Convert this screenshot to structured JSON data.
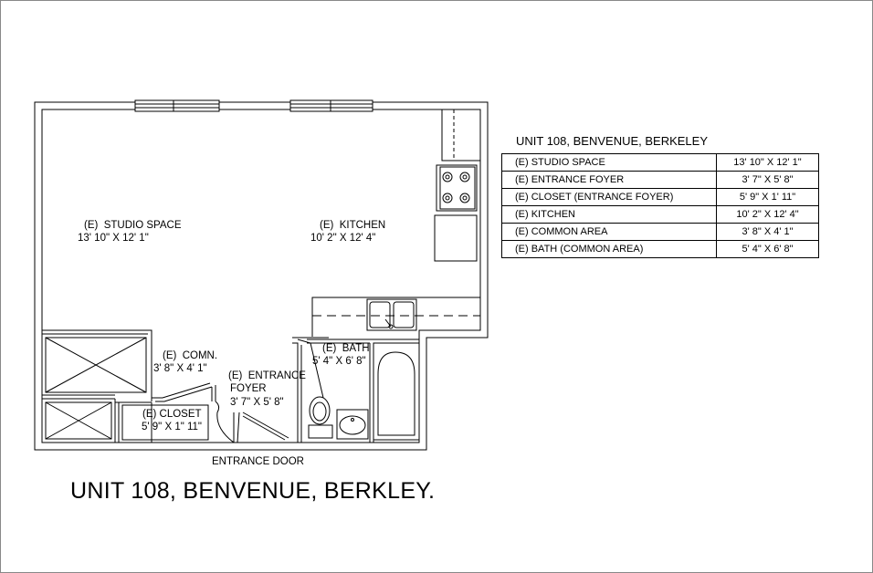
{
  "title": "UNIT 108, BENVENUE, BERKLEY.",
  "entrance_label": "ENTRANCE DOOR",
  "rooms": {
    "studio": {
      "name": "(E)  STUDIO SPACE",
      "dim": "13' 10\" X 12' 1\""
    },
    "kitchen": {
      "name": "(E)  KITCHEN",
      "dim": "10' 2\" X 12' 4\""
    },
    "common": {
      "name": "(E)  COMN.",
      "dim": "3' 8\" X 4' 1\""
    },
    "foyer": {
      "name1": "(E)  ENTRANCE",
      "name2": "FOYER",
      "dim": "3' 7\" X 5' 8\""
    },
    "bath": {
      "name": "(E)  BATH",
      "dim": "5' 4\" X 6' 8\""
    },
    "closet": {
      "name": "(E) CLOSET",
      "dim": "5' 9\" X 1\" 11\""
    }
  },
  "schedule": {
    "title": "UNIT 108, BENVENUE, BERKELEY",
    "rows": [
      {
        "room": "(E) STUDIO SPACE",
        "dim": "13' 10\" X 12' 1\""
      },
      {
        "room": "(E) ENTRANCE FOYER",
        "dim": "3' 7\" X 5' 8\""
      },
      {
        "room": "(E) CLOSET (ENTRANCE FOYER)",
        "dim": "5' 9\" X 1' 11\""
      },
      {
        "room": "(E) KITCHEN",
        "dim": "10' 2\" X 12' 4\""
      },
      {
        "room": "(E) COMMON AREA",
        "dim": "3' 8\" X 4' 1\""
      },
      {
        "room": "(E) BATH (COMMON AREA)",
        "dim": "5' 4\" X 6' 8\""
      }
    ]
  }
}
